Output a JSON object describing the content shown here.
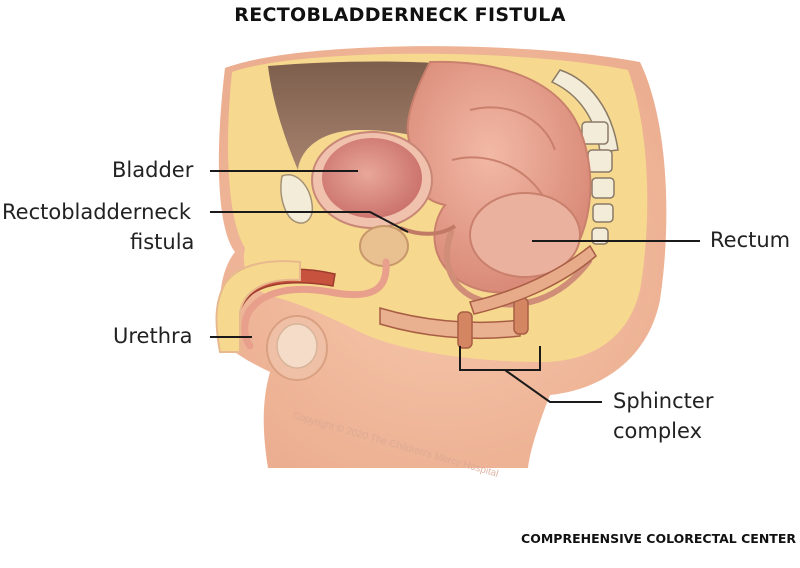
{
  "title": "RECTOBLADDERNECK FISTULA",
  "labels": {
    "bladder": "Bladder",
    "fistula_line1": "Rectobladderneck",
    "fistula_line2": "fistula",
    "urethra": "Urethra",
    "rectum": "Rectum",
    "sphincter_line1": "Sphincter",
    "sphincter_line2": "complex"
  },
  "copyright": "Copyright © 2020 The Children's Mercy Hospital",
  "footer": "COMPREHENSIVE COLORECTAL CENTER",
  "colors": {
    "skin": "#f5c2a5",
    "fat": "#f6d98e",
    "cavity": "#8c6e5b",
    "organ": "#e7a08e",
    "muscle": "#c9745a",
    "bone": "#f2ecd8",
    "line": "#1a1a1a"
  }
}
